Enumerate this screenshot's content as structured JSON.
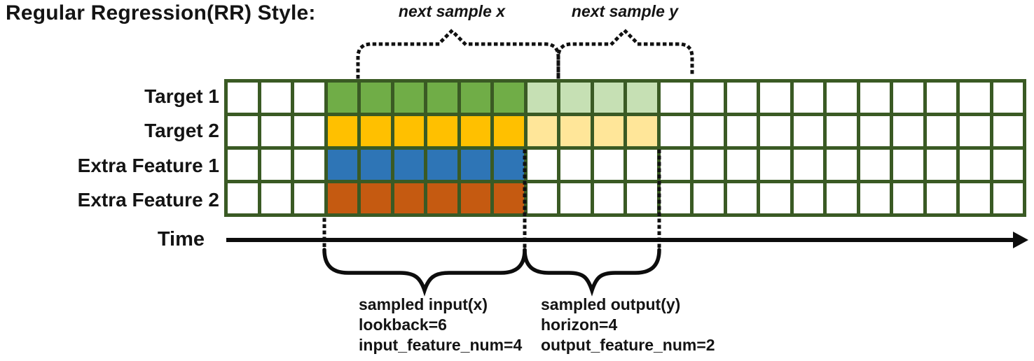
{
  "title": "Regular Regression(RR) Style:",
  "time_axis": {
    "label": "Time"
  },
  "rows": [
    {
      "label": "Target 1",
      "input_color": "#70AD47",
      "output_color": "#C6E0B4"
    },
    {
      "label": "Target 2",
      "input_color": "#FFC000",
      "output_color": "#FFE699"
    },
    {
      "label": "Extra Feature 1",
      "input_color": "#2E75B6",
      "output_color": null
    },
    {
      "label": "Extra Feature 2",
      "input_color": "#C55A11",
      "output_color": null
    }
  ],
  "grid": {
    "num_columns": 24,
    "num_rows": 4,
    "input_start_col": 3,
    "lookback": 6,
    "horizon": 4,
    "border_color": "#3A5A24",
    "empty_cell_color": "#FFFFFF"
  },
  "annotations": {
    "next_sample_x": "next sample x",
    "next_sample_y": "next sample y",
    "sampled_input": {
      "line1": "sampled input(x)",
      "line2": "lookback=6",
      "line3": "input_feature_num=4"
    },
    "sampled_output": {
      "line1": "sampled output(y)",
      "line2": "horizon=4",
      "line3": "output_feature_num=2"
    }
  },
  "colors": {
    "ink": "#111111",
    "grid_border": "#3A5A24",
    "input_target1": "#70AD47",
    "output_target1": "#C6E0B4",
    "input_target2": "#FFC000",
    "output_target2": "#FFE699",
    "input_extra1": "#2E75B6",
    "input_extra2": "#C55A11"
  }
}
